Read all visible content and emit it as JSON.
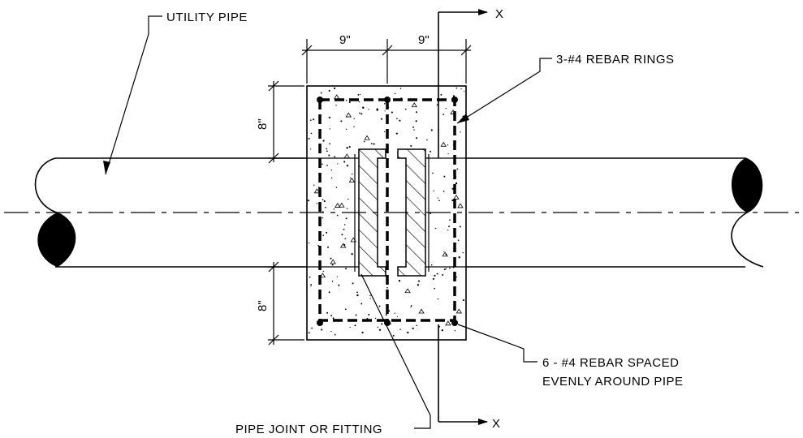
{
  "diagram": {
    "labels": {
      "utility_pipe": "UTILITY PIPE",
      "rebar_rings": "3-#4 REBAR RINGS",
      "rebar_spaced_line1": "6 - #4 REBAR SPACED",
      "rebar_spaced_line2": "EVENLY AROUND PIPE",
      "pipe_joint": "PIPE JOINT OR FITTING",
      "section_top": "X",
      "section_bottom": "X"
    },
    "dimensions": {
      "left_width": "9\"",
      "right_width": "9\"",
      "top_height": "8\"",
      "bottom_height": "8\""
    }
  }
}
